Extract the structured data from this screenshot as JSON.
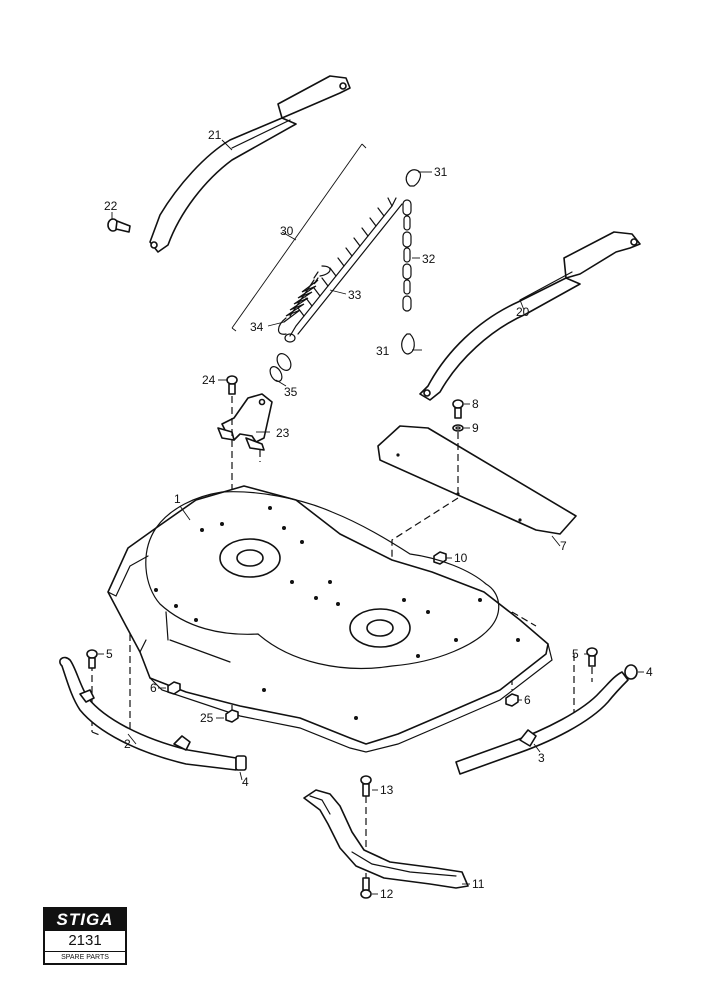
{
  "brand": {
    "logo_text": "STIGA",
    "diagram_number": "2131",
    "subtitle": "SPARE PARTS"
  },
  "callouts": {
    "c1": "1",
    "c2": "2",
    "c3": "3",
    "c4a": "4",
    "c4b": "4",
    "c5a": "5",
    "c5b": "5",
    "c6a": "6",
    "c6b": "6",
    "c7": "7",
    "c8": "8",
    "c9": "9",
    "c10": "10",
    "c11": "11",
    "c12": "12",
    "c13": "13",
    "c20": "20",
    "c21": "21",
    "c22": "22",
    "c23": "23",
    "c24": "24",
    "c25": "25",
    "c30": "30",
    "c31a": "31",
    "c31b": "31",
    "c32": "32",
    "c33": "33",
    "c34": "34",
    "c35": "35"
  }
}
